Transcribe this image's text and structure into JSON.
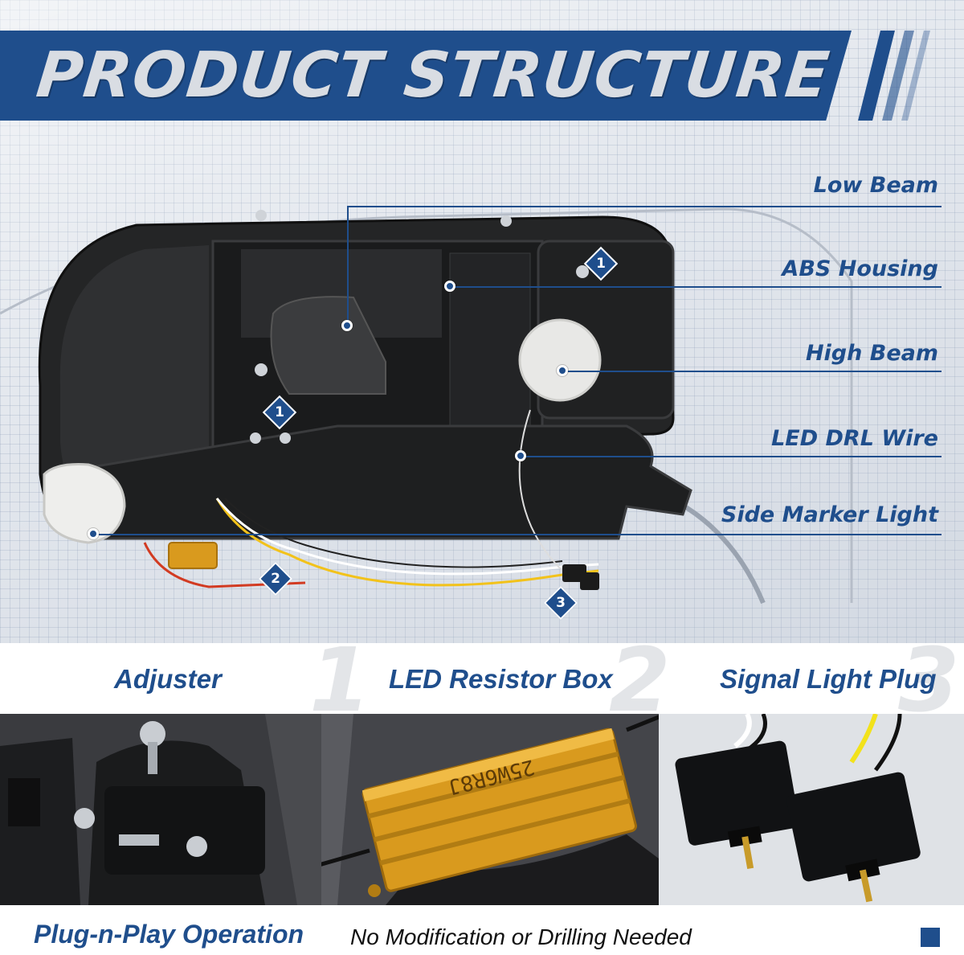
{
  "title": "PRODUCT STRUCTURE",
  "callouts": [
    {
      "label": "Low Beam"
    },
    {
      "label": "ABS Housing"
    },
    {
      "label": "High Beam"
    },
    {
      "label": "LED DRL Wire"
    },
    {
      "label": "Side Marker Light"
    }
  ],
  "badges": [
    "1",
    "1",
    "2",
    "3"
  ],
  "features": [
    {
      "number": "1",
      "label": "Adjuster"
    },
    {
      "number": "2",
      "label": "LED Resistor Box"
    },
    {
      "number": "3",
      "label": "Signal Light Plug"
    }
  ],
  "resistor_text": "25W6R8J",
  "footer": {
    "main": "Plug-n-Play Operation",
    "sub": "No Modification or Drilling Needed"
  },
  "colors": {
    "accent": "#1f4e8c",
    "resistor": "#d99a1e"
  }
}
